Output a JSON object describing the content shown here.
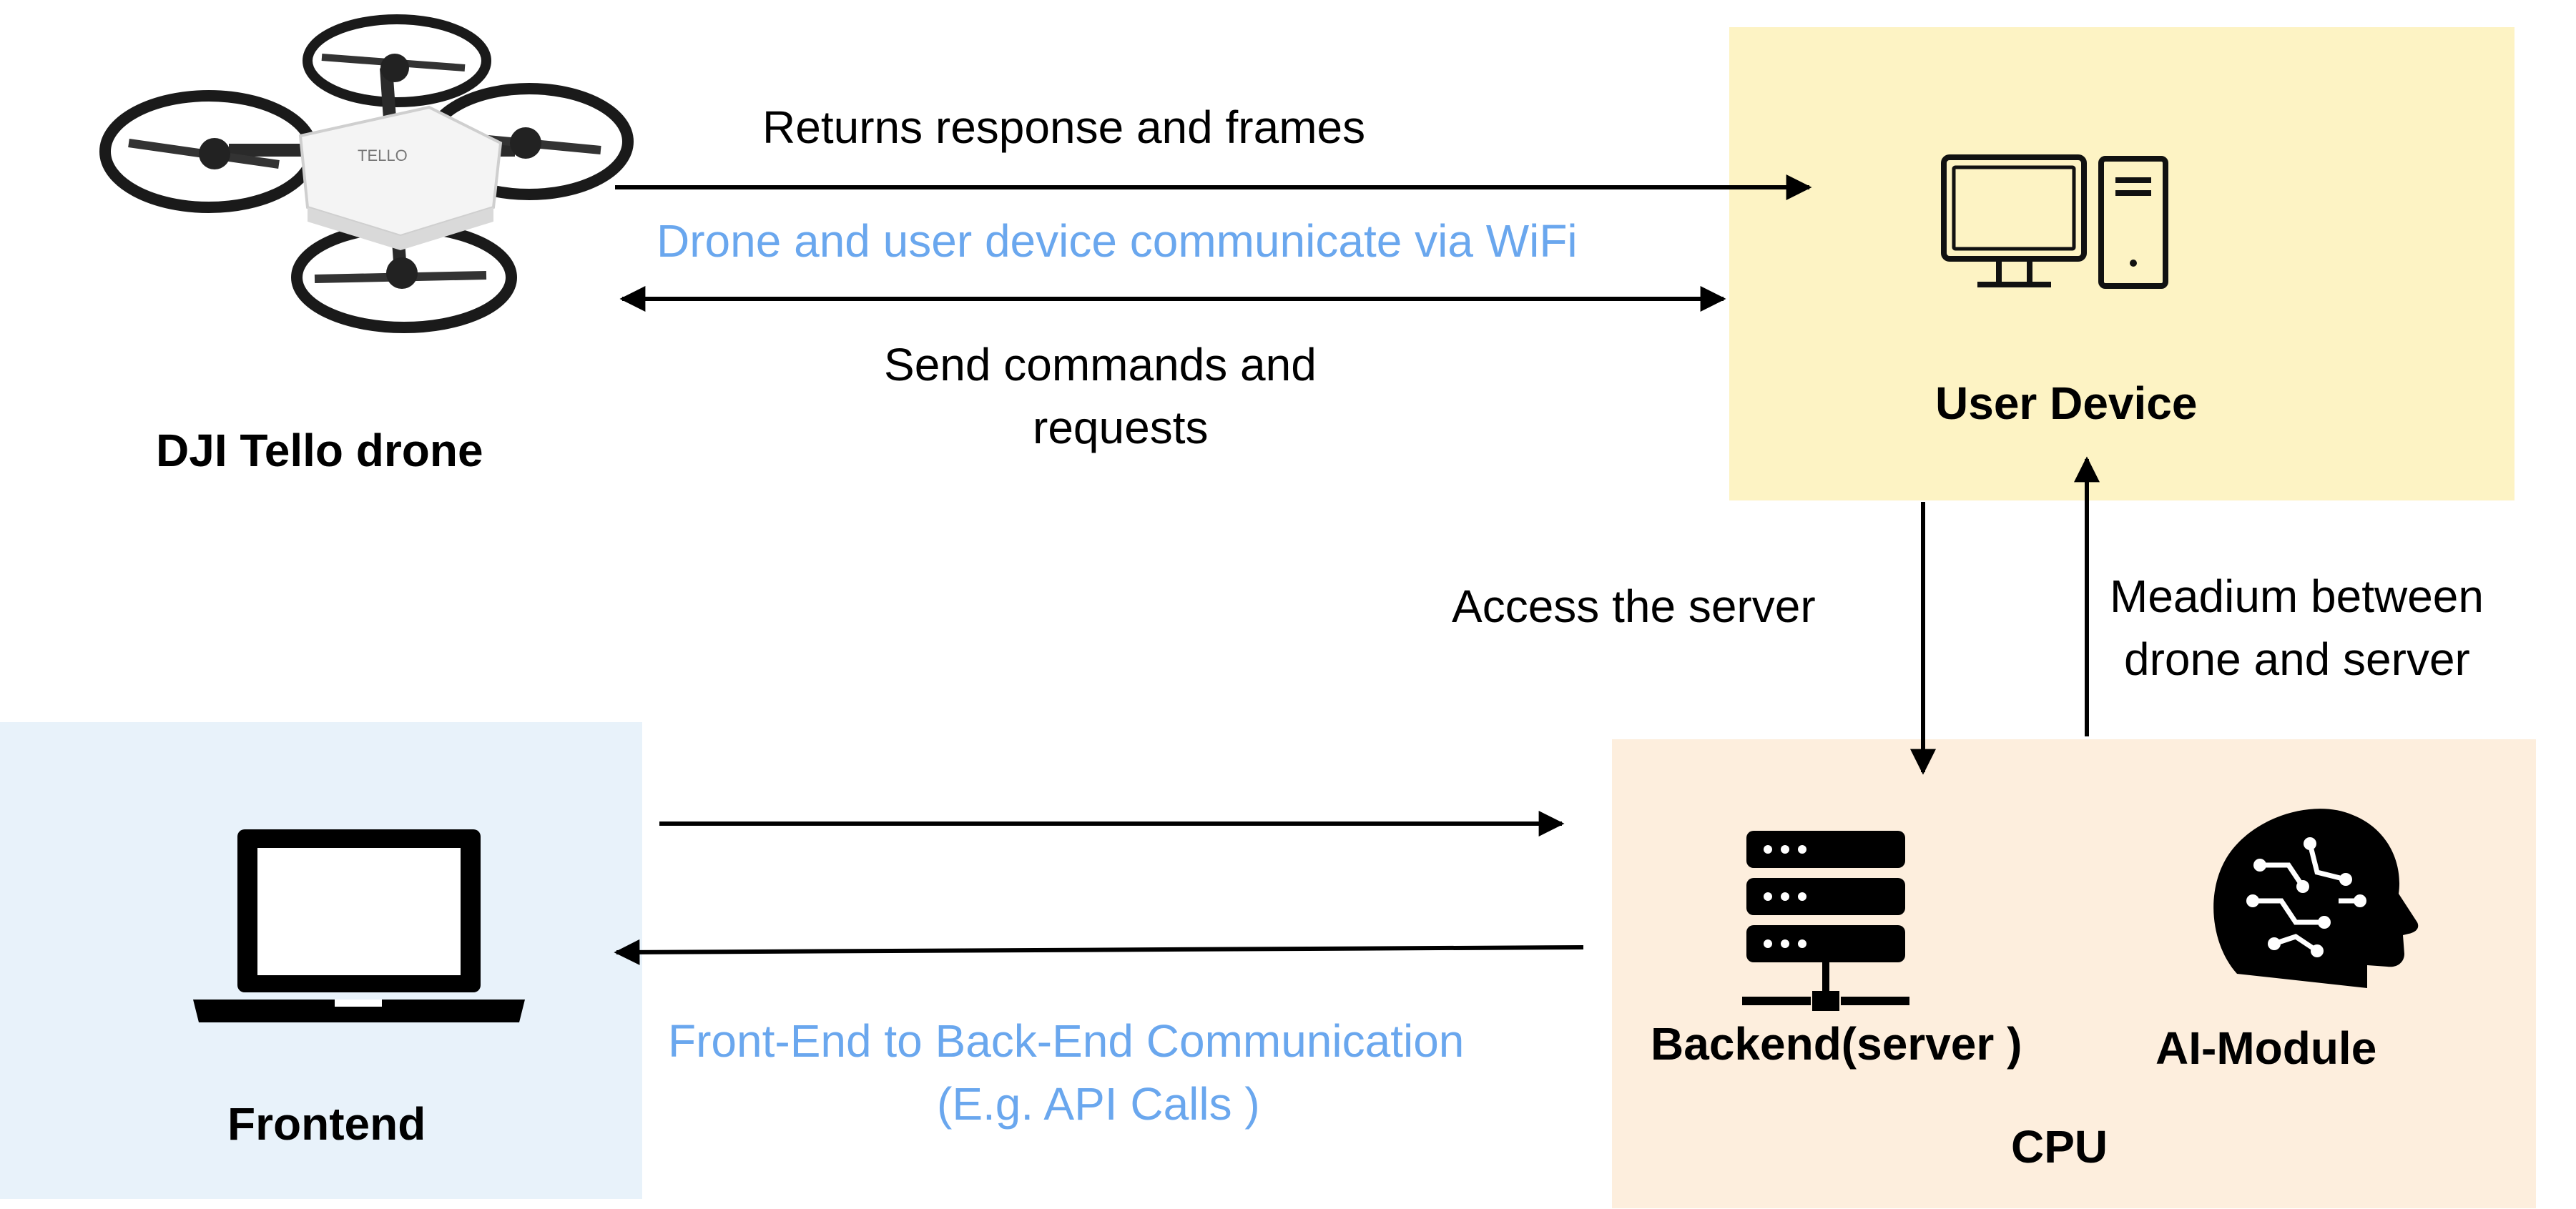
{
  "nodes": {
    "drone": {
      "label": "DJI Tello drone",
      "icon": "drone-icon"
    },
    "user_device": {
      "label": "User Device",
      "icon": "desktop-computer-icon",
      "fill": "#fdf3c4"
    },
    "frontend": {
      "label": "Frontend",
      "icon": "laptop-icon",
      "fill": "#e8f2fa"
    },
    "cpu": {
      "label": "CPU",
      "fill": "#fdeedd"
    },
    "backend": {
      "label": "Backend(server )",
      "icon": "server-icon"
    },
    "ai_module": {
      "label": "AI-Module",
      "icon": "ai-brain-icon"
    }
  },
  "edges": {
    "drone_to_device_top": {
      "label": "Returns response and frames"
    },
    "wifi_note": {
      "label": "Drone and user device communicate via WiFi",
      "color": "#6aa7ee"
    },
    "device_to_drone": {
      "label_line1": "Send commands and",
      "label_line2": "requests"
    },
    "device_to_server": {
      "label": "Access the server"
    },
    "server_to_device": {
      "label_line1": "Meadium between",
      "label_line2": "drone and server"
    },
    "frontend_backend": {
      "label_line1": "Front-End to Back-End Communication",
      "label_line2": "(E.g. API Calls )",
      "color": "#6aa7ee"
    }
  }
}
